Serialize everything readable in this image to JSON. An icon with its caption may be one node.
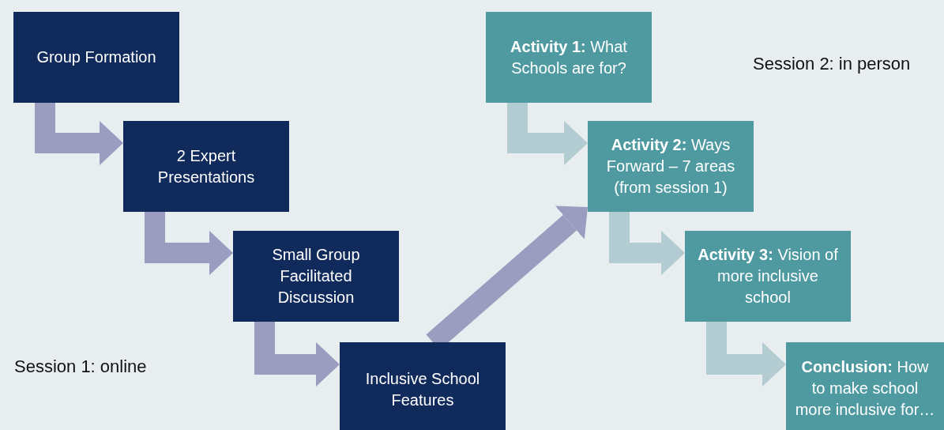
{
  "diagram": {
    "nodes": [
      {
        "text": [
          "Group Formation"
        ]
      },
      {
        "text": [
          "2 Expert Presentations"
        ]
      },
      {
        "text": [
          "Small Group Facilitated Discussion"
        ]
      },
      {
        "text": [
          "Inclusive School Features"
        ]
      },
      {
        "text": [
          "**Activity 1:** What Schools are for?"
        ]
      },
      {
        "text": [
          "**Activity 2:** Ways Forward – 7 areas (from session 1)"
        ]
      },
      {
        "text": [
          "**Activity 3:** Vision of more inclusive school"
        ]
      },
      {
        "text": [
          "**Conclusion:** How to make school more inclusive for…"
        ]
      }
    ],
    "edges": [
      {
        "from": 0,
        "to": 1,
        "arrow": "to"
      },
      {
        "from": 1,
        "to": 2,
        "arrow": "to"
      },
      {
        "from": 2,
        "to": 3,
        "arrow": "to"
      },
      {
        "from": 3,
        "to": 5,
        "arrow": "to"
      },
      {
        "from": 4,
        "to": 5,
        "arrow": "to",
        "color": "#b3ccd1"
      },
      {
        "from": 5,
        "to": 6,
        "arrow": "to",
        "color": "#b3ccd1"
      },
      {
        "from": 6,
        "to": 7,
        "arrow": "to",
        "color": "#b3ccd1"
      }
    ],
    "labels": [
      "Session 2: in person",
      "Session 1: online"
    ]
  }
}
